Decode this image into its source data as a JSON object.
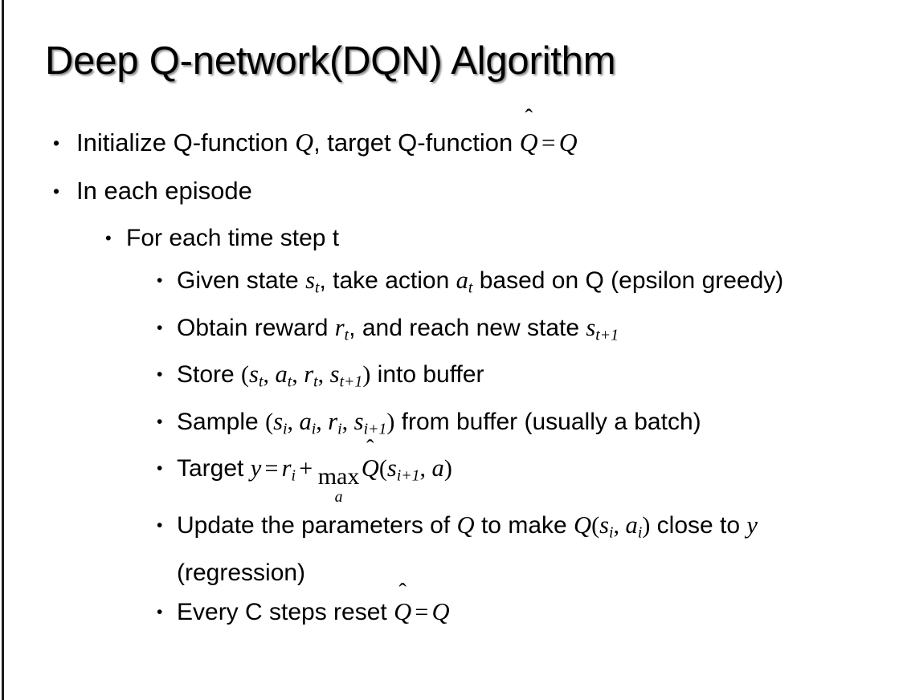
{
  "slide": {
    "title": "Deep Q-network(DQN) Algorithm",
    "bullet_glyph": "•",
    "background_color": "#ffffff",
    "text_color": "#000000",
    "edge_strip_color": "#1b1b1b"
  },
  "content": {
    "b1": {
      "level": 1,
      "prefix": "Initialize Q-function ",
      "var_q": "Q",
      "mid": ", target Q-function ",
      "hat_q": "Q",
      "hat": "̂",
      "equals": "=",
      "rhs_q": "Q"
    },
    "b2": {
      "level": 1,
      "text": "In each episode"
    },
    "b3": {
      "level": 2,
      "text": "For each time step t"
    },
    "b4": {
      "level": 3,
      "prefix": "Given state ",
      "var_s": "s",
      "sub_s": "t",
      "mid": ", take action ",
      "var_a": "a",
      "sub_a": "t",
      "suffix": " based on Q (epsilon greedy)"
    },
    "b5": {
      "level": 3,
      "prefix": "Obtain reward ",
      "var_r": "r",
      "sub_r": "t",
      "mid": ", and reach new state ",
      "var_s": "s",
      "sub_s": "t+1"
    },
    "b6": {
      "level": 3,
      "prefix": "Store ",
      "open": "(",
      "var_s": "s",
      "sub_s": "t",
      "comma1": ", ",
      "var_a": "a",
      "sub_a": "t",
      "comma2": ", ",
      "var_r": "r",
      "sub_r": "t",
      "comma3": ", ",
      "var_s2": "s",
      "sub_s2": "t+1",
      "close": ")",
      "suffix": " into buffer"
    },
    "b7": {
      "level": 3,
      "prefix": "Sample ",
      "open": "(",
      "var_s": "s",
      "sub_s": "i",
      "comma1": ", ",
      "var_a": "a",
      "sub_a": "i",
      "comma2": ", ",
      "var_r": "r",
      "sub_r": "i",
      "comma3": ", ",
      "var_s2": "s",
      "sub_s2": "i+1",
      "close": ")",
      "suffix": " from buffer (usually a batch)"
    },
    "b8": {
      "level": 3,
      "prefix": "Target ",
      "var_y": "y",
      "equals": "=",
      "var_r": "r",
      "sub_r": "i",
      "plus": "+",
      "max_op": "max",
      "max_lim": "a",
      "hat_q": "Q",
      "hat": "̂",
      "open": "(",
      "var_s": "s",
      "sub_s": "i+1",
      "comma": ", ",
      "var_a": "a",
      "close": ")"
    },
    "b9": {
      "level": 3,
      "prefix": "Update the parameters of ",
      "var_q": "Q",
      "mid": " to make ",
      "var_q2": "Q",
      "open": "(",
      "var_s": "s",
      "sub_s": "i",
      "comma": ", ",
      "var_a": "a",
      "sub_a": "i",
      "close": ")",
      "suffix": " close to ",
      "var_y": "y",
      "tail": " (regression)"
    },
    "b10": {
      "level": 3,
      "prefix": "Every C steps reset ",
      "hat_q": "Q",
      "hat": "̂",
      "equals": "=",
      "rhs_q": "Q"
    }
  }
}
